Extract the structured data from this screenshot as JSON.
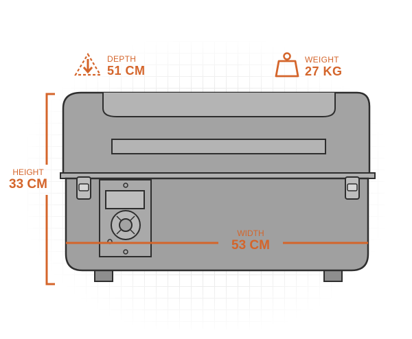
{
  "dimensions": {
    "depth": {
      "label": "DEPTH",
      "value": "51 CM",
      "icon": "depth-arrow-icon"
    },
    "weight": {
      "label": "WEIGHT",
      "value": "27 KG",
      "icon": "weight-icon"
    },
    "height": {
      "label": "HEIGHT",
      "value": "33 CM"
    },
    "width": {
      "label": "WIDTH",
      "value": "53 CM"
    }
  },
  "colors": {
    "accent": "#d4652b",
    "body": "#9a9a9a",
    "outline": "#2e2e2e",
    "grid": "#e9e9e9"
  }
}
